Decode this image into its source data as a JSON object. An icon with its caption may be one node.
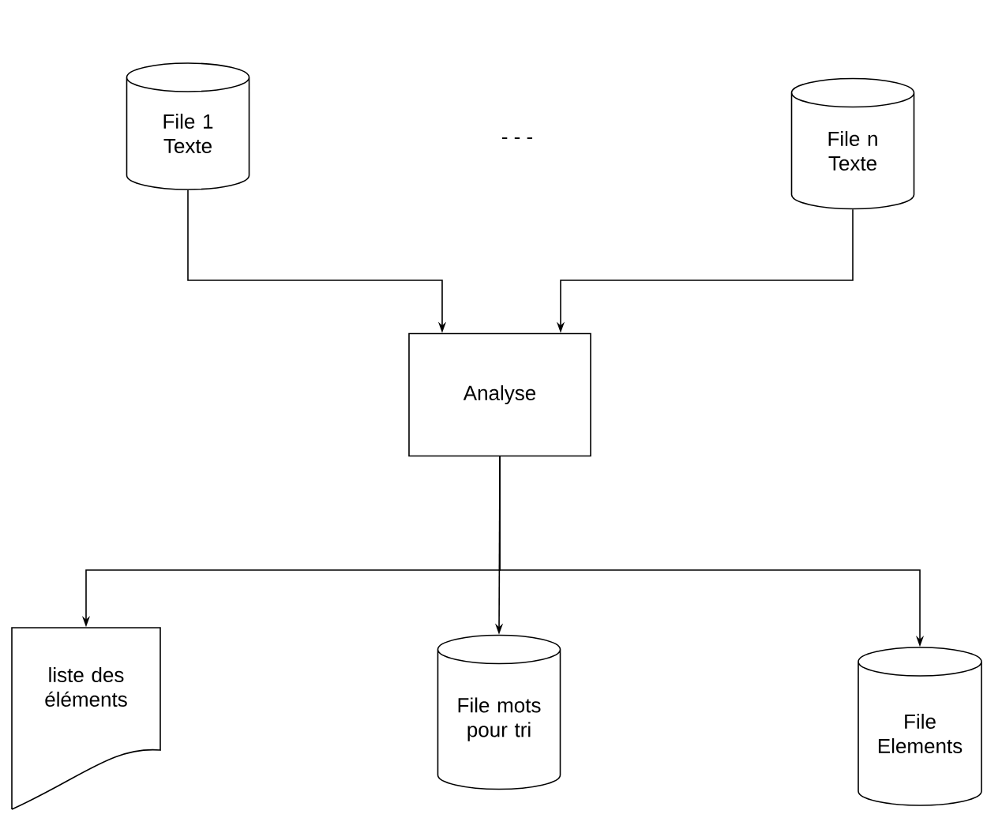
{
  "diagram": {
    "nodes": [
      {
        "text": [
          "File 1 Texte"
        ]
      },
      {
        "text": [
          "File n Texte"
        ]
      },
      {
        "text": [
          "Analyse"
        ]
      },
      {
        "text": [
          "liste des éléments"
        ]
      },
      {
        "text": [
          "File mots pour tri"
        ]
      },
      {
        "text": [
          "File Elements"
        ]
      }
    ],
    "edges": [
      {
        "from": 0,
        "to": 2,
        "arrow": "to"
      },
      {
        "from": 1,
        "to": 2,
        "arrow": "to"
      },
      {
        "from": 2,
        "to": 3,
        "arrow": "to"
      },
      {
        "from": 2,
        "to": 4,
        "arrow": "to"
      },
      {
        "from": 2,
        "to": 5,
        "arrow": "to"
      }
    ],
    "labels": [
      "- - -"
    ]
  }
}
